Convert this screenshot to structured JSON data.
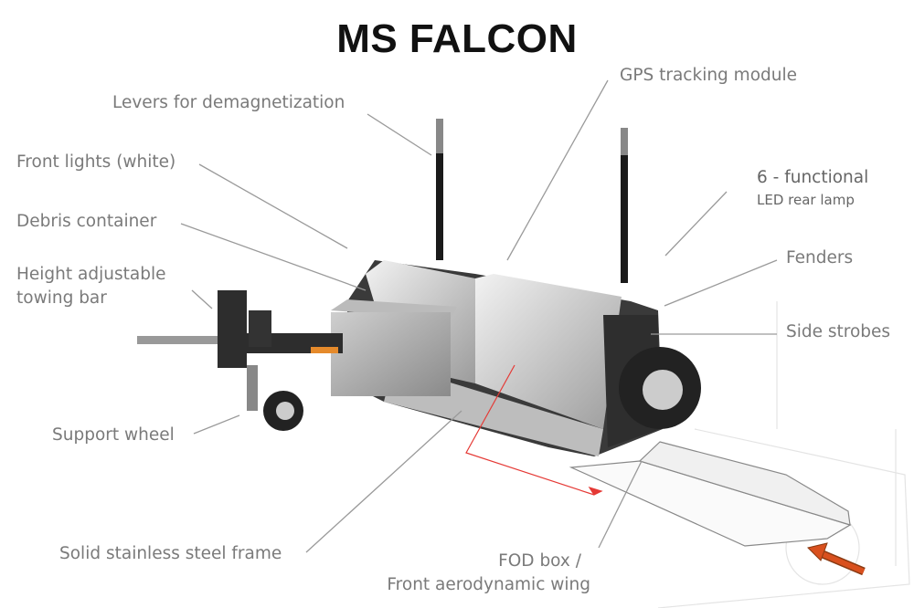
{
  "title": "MS FALCON",
  "labels": {
    "levers": "Levers for demagnetization",
    "front_lights": "Front lights (white)",
    "debris": "Debris container",
    "towing_line1": "Height adjustable",
    "towing_line2": "towing bar",
    "support_wheel": "Support wheel",
    "frame": "Solid stainless steel frame",
    "fod_line1": "FOD box /",
    "fod_line2": "Front aerodynamic wing",
    "gps": "GPS tracking module",
    "rear_lamp_line1": "6 - functional",
    "rear_lamp_line2": "LED rear lamp",
    "fenders": "Fenders",
    "side_strobes": "Side strobes"
  },
  "colors": {
    "leader": "#9a9a9a",
    "highlight": "#e53935",
    "arrow": "#d9501e"
  }
}
